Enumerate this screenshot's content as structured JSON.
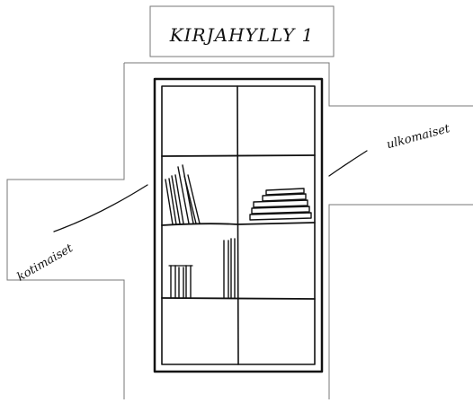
{
  "title_sign": {
    "text": "KIRJAHYLLY 1"
  },
  "annotations": {
    "left_label": "kotimaiset",
    "right_label": "ulkomaiset"
  },
  "shelf": {
    "columns": 2,
    "rows": 4
  }
}
